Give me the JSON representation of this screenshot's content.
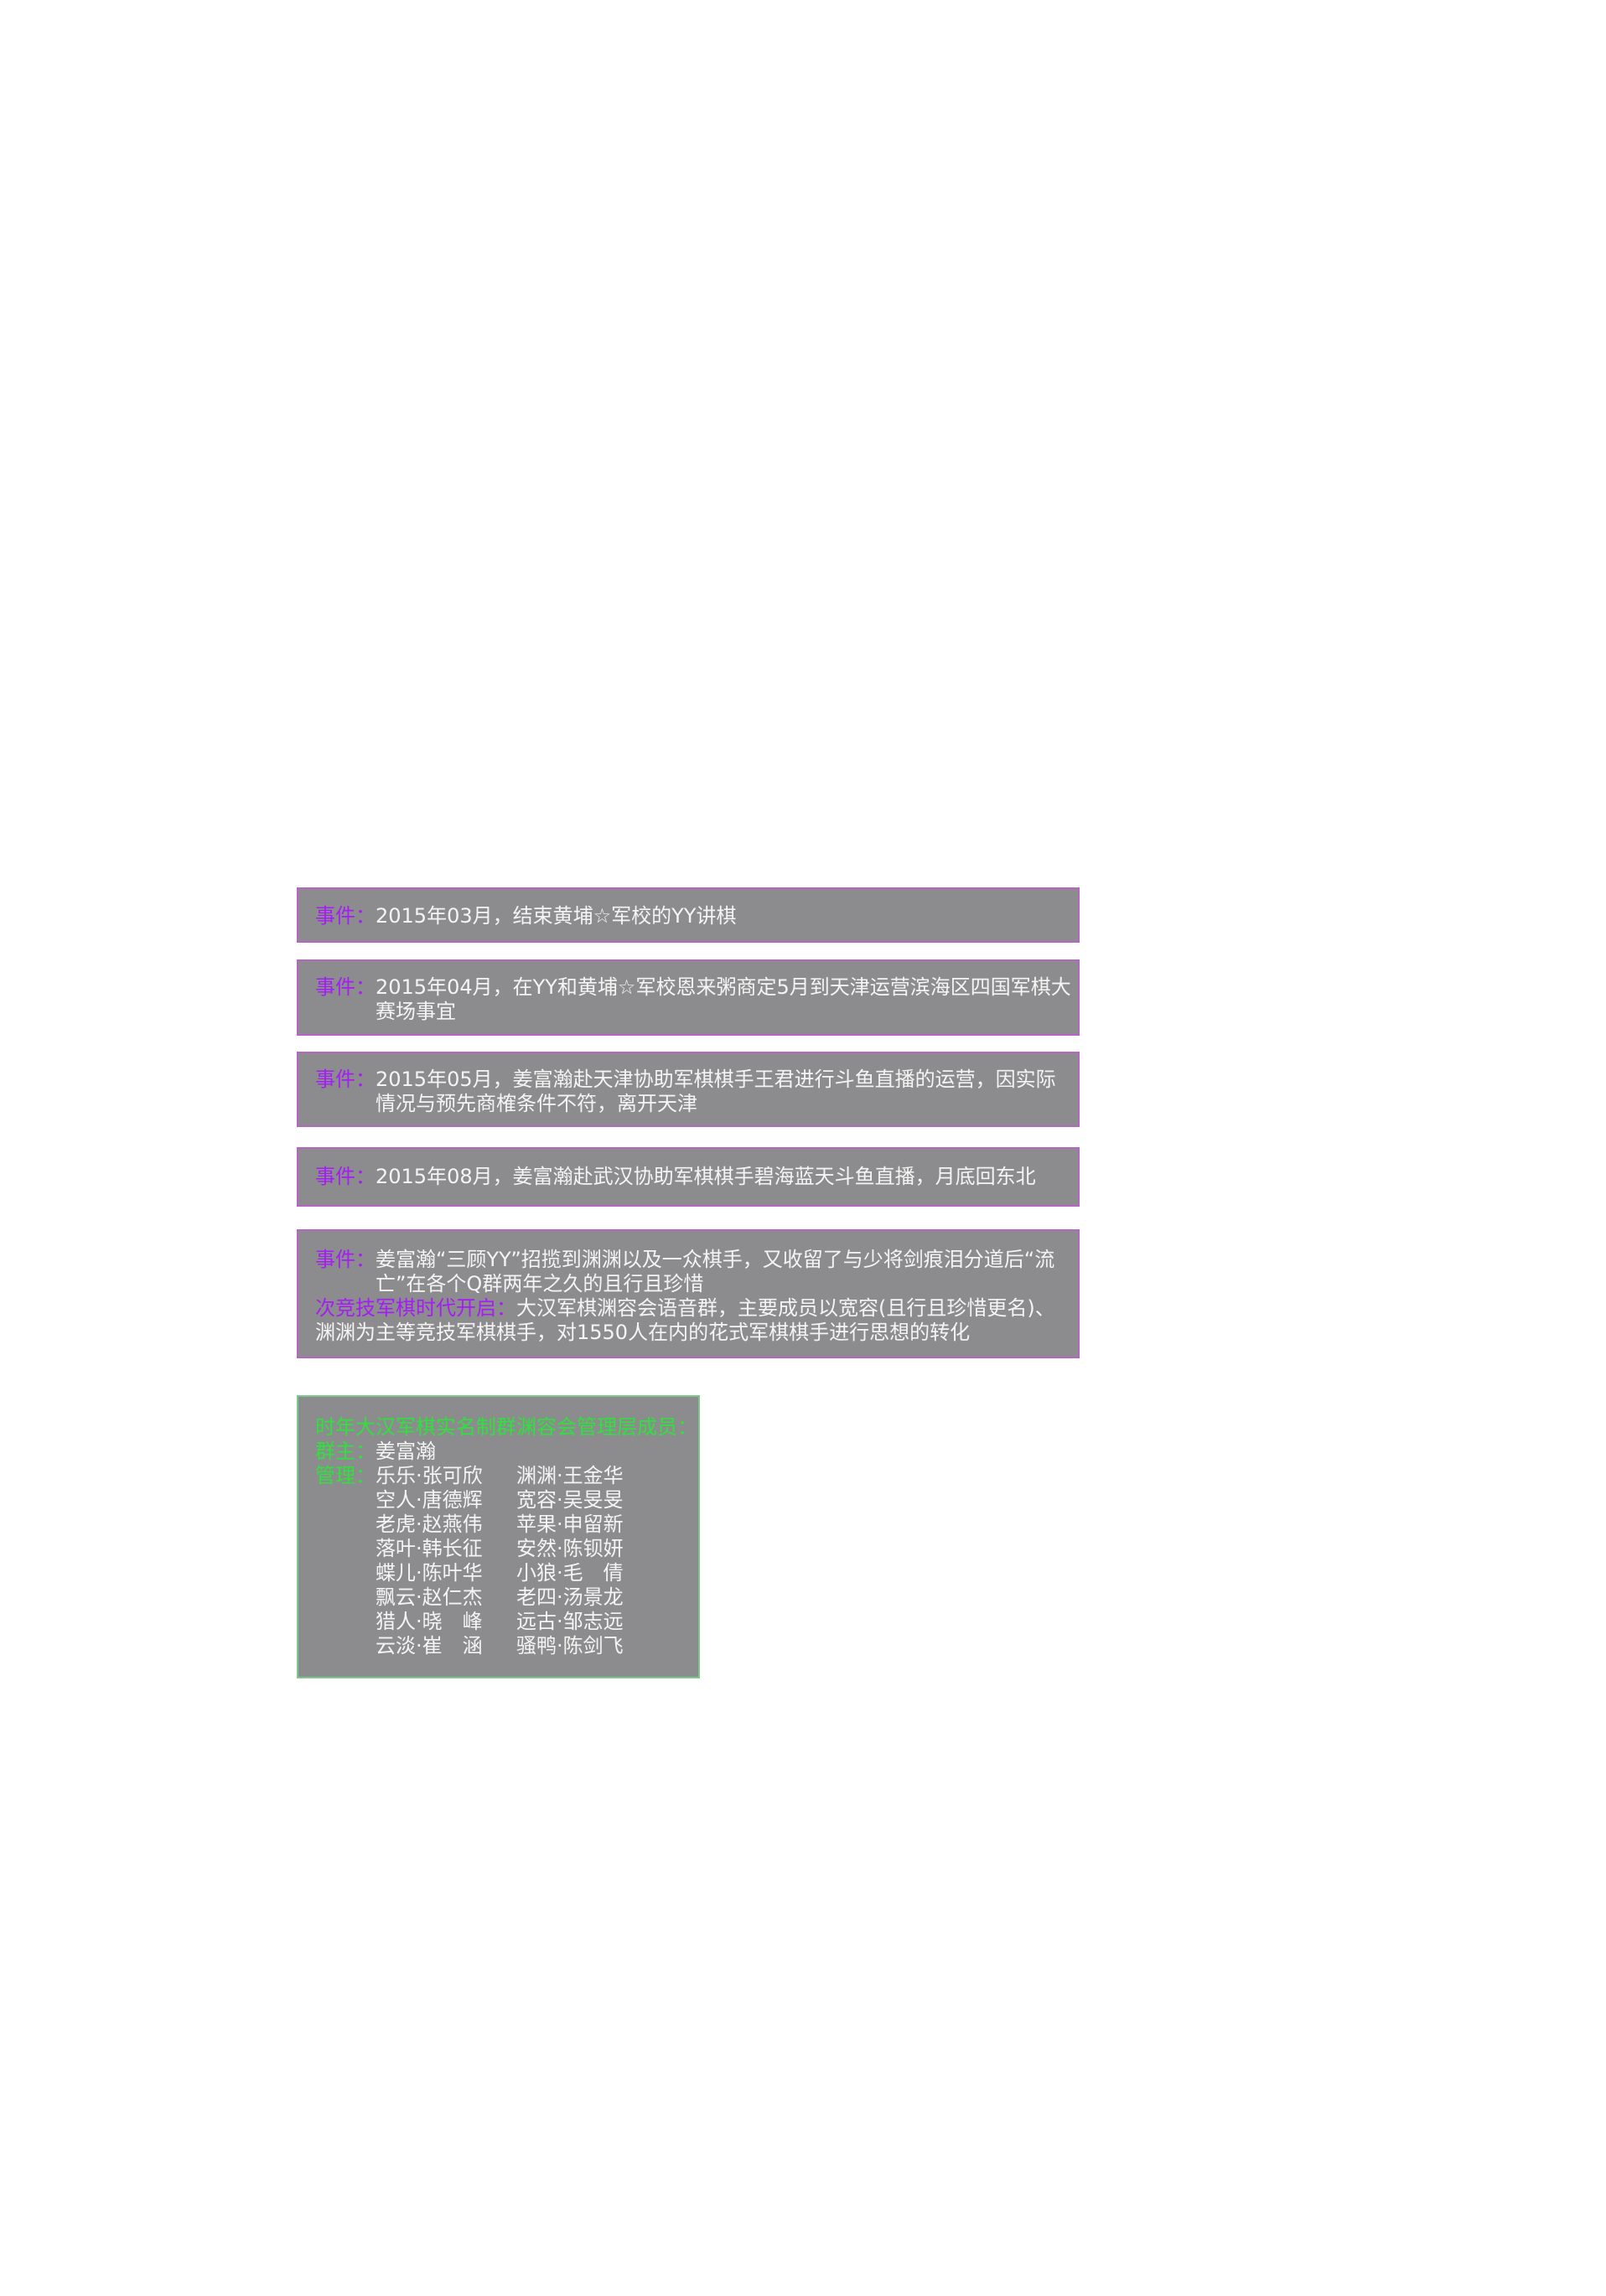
{
  "events": [
    {
      "label": "事件：",
      "text": "2015年03月，结束黄埔☆军校的YY讲棋"
    },
    {
      "label": "事件：",
      "text": "2015年04月，在YY和黄埔☆军校恩来粥商定5月到天津运营滨海区四国军棋大赛场事宜"
    },
    {
      "label": "事件：",
      "text": "2015年05月，姜富瀚赴天津协助军棋棋手王君进行斗鱼直播的运营，因实际情况与预先商榷条件不符，离开天津"
    },
    {
      "label": "事件：",
      "text": "2015年08月，姜富瀚赴武汉协助军棋棋手碧海蓝天斗鱼直播，月底回东北"
    },
    {
      "label": "事件：",
      "text": "姜富瀚“三顾YY”招揽到渊渊以及一众棋手，又收留了与少将剑痕泪分道后“流亡”在各个Q群两年之久的且行且珍惜",
      "extra_label": "次竞技军棋时代开启：",
      "extra_text": "大汉军棋渊容会语音群，主要成员以宽容(且行且珍惜更名)、渊渊为主等竞技军棋棋手，对1550人在内的花式军棋棋手进行思想的转化"
    }
  ],
  "roster": {
    "title": "时年大汉军棋实名制群渊容会管理层成员：",
    "owner_label": "群主：",
    "owner": "姜富瀚",
    "admin_label": "管理：",
    "admins": [
      [
        "乐乐·张可欣",
        "渊渊·王金华"
      ],
      [
        "空人·唐德辉",
        "宽容·吴旻旻"
      ],
      [
        "老虎·赵燕伟",
        "苹果·申留新"
      ],
      [
        "落叶·韩长征",
        "安然·陈钡妍"
      ],
      [
        "蝶儿·陈叶华",
        "小狼·毛　倩"
      ],
      [
        "飘云·赵仁杰",
        "老四·汤景龙"
      ],
      [
        "猎人·晓　峰",
        "远古·邹志远"
      ],
      [
        "云淡·崔　涵",
        "骚鸭·陈剑飞"
      ]
    ]
  }
}
